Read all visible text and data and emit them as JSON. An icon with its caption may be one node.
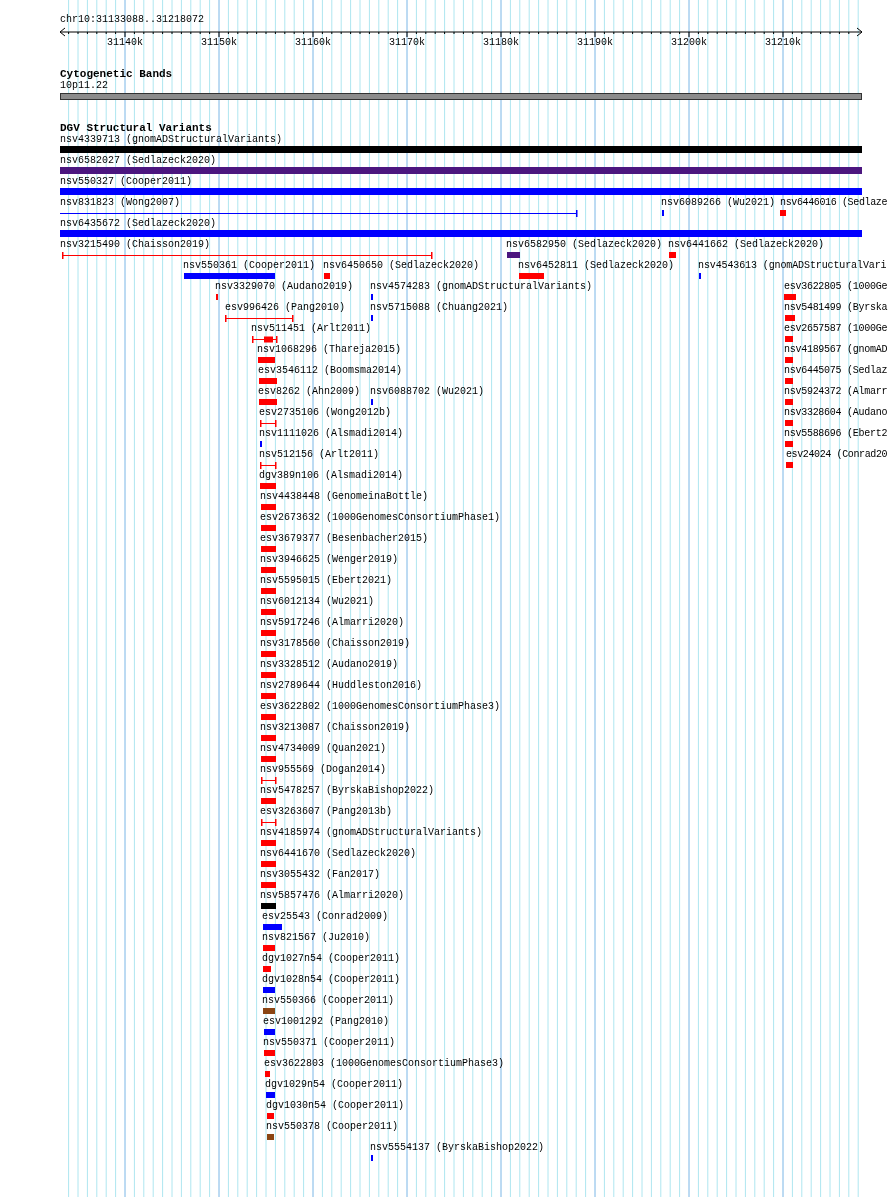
{
  "diagram": {
    "nodes": [
      {
        "text": [
          "nsv4339713 (gnomADStructuralVariants)"
        ]
      },
      {
        "text": [
          "nsv6582027 (Sedlazeck2020)"
        ]
      },
      {
        "text": [
          "nsv550327 (Cooper2011)"
        ]
      },
      {
        "text": [
          "nsv831823 (Wong2007)"
        ]
      },
      {
        "text": [
          "nsv6089266 (Wu2021)"
        ]
      },
      {
        "text": [
          "nsv6446016 (Sedlaze"
        ]
      },
      {
        "text": [
          "nsv6435672 (Sedlazeck2020)"
        ]
      },
      {
        "text": [
          "nsv3215490 (Chaisson2019)"
        ]
      },
      {
        "text": [
          "nsv6582950 (Sedlazeck2020)"
        ]
      },
      {
        "text": [
          "nsv6441662 (Sedlazeck2020)"
        ]
      },
      {
        "text": [
          "nsv550361 (Cooper2011)"
        ]
      },
      {
        "text": [
          "nsv6450650 (Sedlazeck2020)"
        ]
      },
      {
        "text": [
          "nsv6452811 (Sedlazeck2020)"
        ]
      },
      {
        "text": [
          "nsv4543613 (gnomADStructuralVari"
        ]
      },
      {
        "text": [
          "nsv3329070 (Audano2019)"
        ]
      },
      {
        "text": [
          "nsv4574283 (gnomADStructuralVariants)"
        ]
      },
      {
        "text": [
          "esv3622805 (1000Ge"
        ]
      },
      {
        "text": [
          "esv996426 (Pang2010)"
        ]
      },
      {
        "text": [
          "nsv5715088 (Chuang2021)"
        ]
      },
      {
        "text": [
          "nsv5481499 (Byrska"
        ]
      },
      {
        "text": [
          "nsv511451 (Arlt2011)"
        ]
      },
      {
        "text": [
          "esv2657587 (1000Ge"
        ]
      },
      {
        "text": [
          "nsv1068296 (Thareja2015)"
        ]
      },
      {
        "text": [
          "nsv4189567 (gnomAD"
        ]
      },
      {
        "text": [
          "esv3546112 (Boomsma2014)"
        ]
      },
      {
        "text": [
          "nsv6445075 (Sedlaz"
        ]
      },
      {
        "text": [
          "esv8262 (Ahn2009)"
        ]
      },
      {
        "text": [
          "nsv6088702 (Wu2021)"
        ]
      },
      {
        "text": [
          "nsv5924372 (Almarr"
        ]
      },
      {
        "text": [
          "esv2735106 (Wong2012b)"
        ]
      },
      {
        "text": [
          "nsv3328604 (Audano"
        ]
      },
      {
        "text": [
          "nsv1111026 (Alsmadi2014)"
        ]
      },
      {
        "text": [
          "nsv5588696 (Ebert2"
        ]
      },
      {
        "text": [
          "nsv512156 (Arlt2011)"
        ]
      },
      {
        "text": [
          "esv24024 (Conrad20"
        ]
      },
      {
        "text": [
          "dgv389n106 (Alsmadi2014)"
        ]
      },
      {
        "text": [
          "nsv4438448 (GenomeinaBottle)"
        ]
      },
      {
        "text": [
          "esv2673632 (1000GenomesConsortiumPhase1)"
        ]
      },
      {
        "text": [
          "esv3679377 (Besenbacher2015)"
        ]
      },
      {
        "text": [
          "nsv3946625 (Wenger2019)"
        ]
      },
      {
        "text": [
          "nsv5595015 (Ebert2021)"
        ]
      },
      {
        "text": [
          "nsv6012134 (Wu2021)"
        ]
      },
      {
        "text": [
          "nsv5917246 (Almarri2020)"
        ]
      },
      {
        "text": [
          "nsv3178560 (Chaisson2019)"
        ]
      },
      {
        "text": [
          "nsv3328512 (Audano2019)"
        ]
      },
      {
        "text": [
          "nsv2789644 (Huddleston2016)"
        ]
      },
      {
        "text": [
          "esv3622802 (1000GenomesConsortiumPhase3)"
        ]
      },
      {
        "text": [
          "nsv3213087 (Chaisson2019)"
        ]
      },
      {
        "text": [
          "nsv4734009 (Quan2021)"
        ]
      },
      {
        "text": [
          "nsv955569 (Dogan2014)"
        ]
      },
      {
        "text": [
          "nsv5478257 (ByrskaBishop2022)"
        ]
      },
      {
        "text": [
          "esv3263607 (Pang2013b)"
        ]
      },
      {
        "text": [
          "nsv4185974 (gnomADStructuralVariants)"
        ]
      },
      {
        "text": [
          "nsv6441670 (Sedlazeck2020)"
        ]
      },
      {
        "text": [
          "nsv3055432 (Fan2017)"
        ]
      },
      {
        "text": [
          "nsv5857476 (Almarri2020)"
        ]
      },
      {
        "text": [
          "esv25543 (Conrad2009)"
        ]
      },
      {
        "text": [
          "nsv821567 (Ju2010)"
        ]
      },
      {
        "text": [
          "dgv1027n54 (Cooper2011)"
        ]
      },
      {
        "text": [
          "dgv1028n54 (Cooper2011)"
        ]
      },
      {
        "text": [
          "nsv550366 (Cooper2011)"
        ]
      },
      {
        "text": [
          "esv1001292 (Pang2010)"
        ]
      },
      {
        "text": [
          "nsv550371 (Cooper2011)"
        ]
      },
      {
        "text": [
          "esv3622803 (1000GenomesConsortiumPhase3)"
        ]
      },
      {
        "text": [
          "dgv1029n54 (Cooper2011)"
        ]
      },
      {
        "text": [
          "dgv1030n54 (Cooper2011)"
        ]
      },
      {
        "text": [
          "nsv550378 (Cooper2011)"
        ]
      },
      {
        "text": [
          "nsv5554137 (ByrskaBishop2022)"
        ]
      }
    ],
    "labels": [
      "chr10:31133088..31218072",
      "31140k",
      "31150k",
      "31160k",
      "31170k",
      "31180k",
      "31190k",
      "31200k",
      "31210k",
      "Cytogenetic Bands",
      "10p11.22",
      "DGV Structural Variants"
    ]
  }
}
